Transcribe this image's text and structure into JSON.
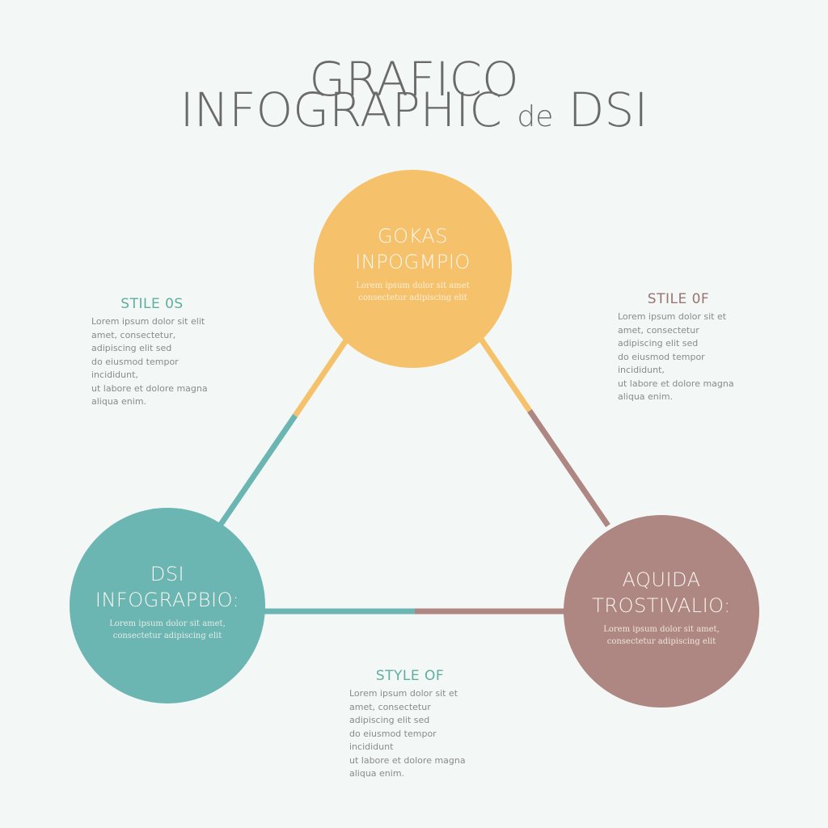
{
  "title": {
    "line1": "GRAFICO",
    "line2_main": "INFOGRAPHIC",
    "line2_small": "de",
    "line2_end": "DSI"
  },
  "colors": {
    "background": "#f3f8f6",
    "yellow": "#f5c26b",
    "teal": "#6bb5b3",
    "mauve": "#ae8682",
    "title_text": "#6a6a6a",
    "body_text": "#8a8a8a"
  },
  "nodes": {
    "top": {
      "heading_line1": "GOKAS",
      "heading_line2": "INPOGMPIO",
      "body_line1": "Lorem ipsum dolor sit amet",
      "body_line2": "consectetur adipiscing elit",
      "color": "#f5c26b"
    },
    "left": {
      "heading_line1": "DSI",
      "heading_line2": "INFOGRAPBIO:",
      "body_line1": "Lorem ipsum dolor sit amet,",
      "body_line2": "consectetur adipiscing elit",
      "color": "#6bb5b3"
    },
    "right": {
      "heading_line1": "AQUIDA",
      "heading_line2": "TROSTIVALIO:",
      "body_line1": "Lorem ipsum dolor sit amet,",
      "body_line2": "consectetur adipiscing elit",
      "color": "#ae8682"
    }
  },
  "notes": {
    "left": {
      "heading": "STILE 0S",
      "color": "#5fae9f",
      "lines": [
        "Lorem ipsum dolor sit elit",
        "amet, consectetur,",
        "adipiscing elit sed",
        "do eiusmod tempor incididunt,",
        "ut labore et dolore magna",
        "aliqua enim."
      ]
    },
    "right": {
      "heading": "STILE 0F",
      "color": "#9a7470",
      "lines": [
        "Lorem ipsum dolor sit et",
        "amet, consectetur",
        "adipiscing elit sed",
        "do eiusmod tempor incididunt,",
        "ut labore et dolore magna",
        "aliqua enim."
      ]
    },
    "bottom": {
      "heading": "STYLE OF",
      "color": "#5fae9f",
      "lines": [
        "Lorem ipsum dolor sit et",
        "amet, consectetur",
        "adipiscing elit sed",
        "do eiusmod tempor incididunt",
        "ut labore et dolore magna",
        "aliqua enim."
      ]
    }
  }
}
